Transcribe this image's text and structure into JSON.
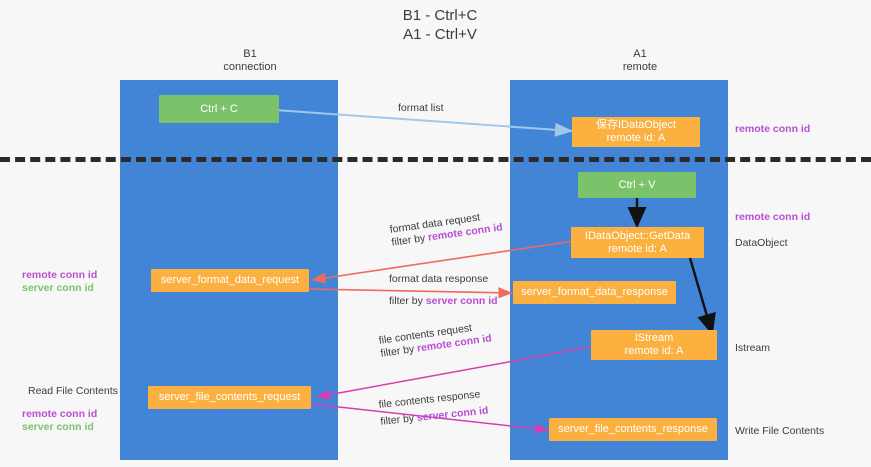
{
  "title": {
    "line1": "B1 - Ctrl+C",
    "line2": "A1 - Ctrl+V"
  },
  "columns": [
    {
      "name": "B1",
      "sub": "connection"
    },
    {
      "name": "A1",
      "sub": "remote"
    }
  ],
  "boxes": [
    {
      "id": "ctrl-c",
      "label": "Ctrl + C",
      "sub": "",
      "color": "green"
    },
    {
      "id": "idataobject-store",
      "label": "保存IDataObject",
      "sub": "remote id: A",
      "color": "orange"
    },
    {
      "id": "ctrl-v",
      "label": "Ctrl + V",
      "sub": "",
      "color": "green"
    },
    {
      "id": "idataobject-getdata",
      "label": "IDataObject::GetData",
      "sub": "remote id: A",
      "color": "orange"
    },
    {
      "id": "server-format-data-request",
      "label": "server_format_data_request",
      "sub": "",
      "color": "orange"
    },
    {
      "id": "server-format-data-response",
      "label": "server_format_data_response",
      "sub": "",
      "color": "orange"
    },
    {
      "id": "istream",
      "label": "IStream",
      "sub": "remote id: A",
      "color": "orange"
    },
    {
      "id": "server-file-contents-request",
      "label": "server_file_contents_request",
      "sub": "",
      "color": "orange"
    },
    {
      "id": "server-file-contents-response",
      "label": "server_file_contents_response",
      "sub": "",
      "color": "orange"
    }
  ],
  "edge_labels": {
    "format_list": "format list",
    "format_data_request": "format data request",
    "format_data_request_filter_prefix": "filter by ",
    "format_data_request_filter_key": "remote conn id",
    "format_data_response": "format data response",
    "format_data_response_filter_prefix": "filter by ",
    "format_data_response_filter_key": "server conn id",
    "file_contents_request": "file contents request",
    "file_contents_request_filter_prefix": "filter by ",
    "file_contents_request_filter_key": "remote conn id",
    "file_contents_response": "file contents response",
    "file_contents_response_filter_prefix": "filter by ",
    "file_contents_response_filter_key": "server conn id"
  },
  "annotations": {
    "right_remote_conn_id_top": "remote conn id",
    "right_remote_conn_id_mid": "remote conn id",
    "right_dataobject": "DataObject",
    "right_istream": "Istream",
    "right_write_file_contents": "Write File Contents",
    "left_remote_conn_id_mid": "remote conn id",
    "left_server_conn_id_mid": "server conn id",
    "left_read_file_contents": "Read File Contents",
    "left_remote_conn_id_bottom": "remote conn id",
    "left_server_conn_id_bottom": "server conn id"
  },
  "colors": {
    "lane": "#4285d6",
    "orange": "#fbb040",
    "green": "#7ac36a",
    "purple": "#b84fd0",
    "arrow_blue": "#9ec9ec",
    "arrow_red": "#ef6a5f",
    "arrow_magenta": "#d13fb0",
    "arrow_black": "#111111",
    "divider": "#2b2b2b"
  }
}
